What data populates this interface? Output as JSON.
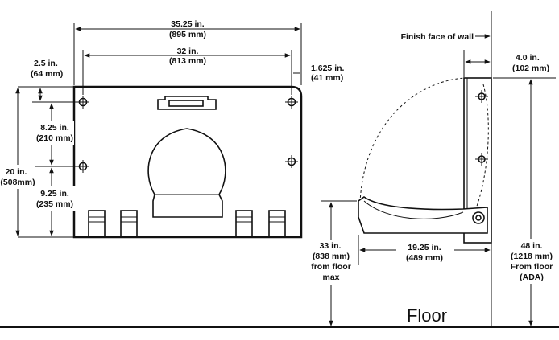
{
  "front_view": {
    "width_overall": {
      "in": "35.25 in.",
      "mm": "(895 mm)"
    },
    "width_holes": {
      "in": "32 in.",
      "mm": "(813 mm)"
    },
    "side_offset": {
      "in": "1.625 in.",
      "mm": "(41 mm)"
    },
    "top_offset": {
      "in": "2.5 in.",
      "mm": "(64 mm)"
    },
    "hole_spacing": {
      "in": "8.25 in.",
      "mm": "(210 mm)"
    },
    "lower_offset": {
      "in": "9.25 in.",
      "mm": "(235 mm)"
    },
    "height_overall": {
      "in": "20 in.",
      "mm": "(508mm)"
    }
  },
  "side_view": {
    "finish_face_label": "Finish face of wall",
    "depth_closed": {
      "in": "4.0 in.",
      "mm": "(102 mm)"
    },
    "depth_open": {
      "in": "19.25 in.",
      "mm": "(489 mm)"
    },
    "height_bed": {
      "line1": "33 in.",
      "line2": "(838 mm)",
      "line3": "from floor",
      "line4": "max"
    },
    "height_mount": {
      "line1": "48 in.",
      "line2": "(1218 mm)",
      "line3": "From floor",
      "line4": "(ADA)"
    }
  },
  "floor_label": "Floor"
}
